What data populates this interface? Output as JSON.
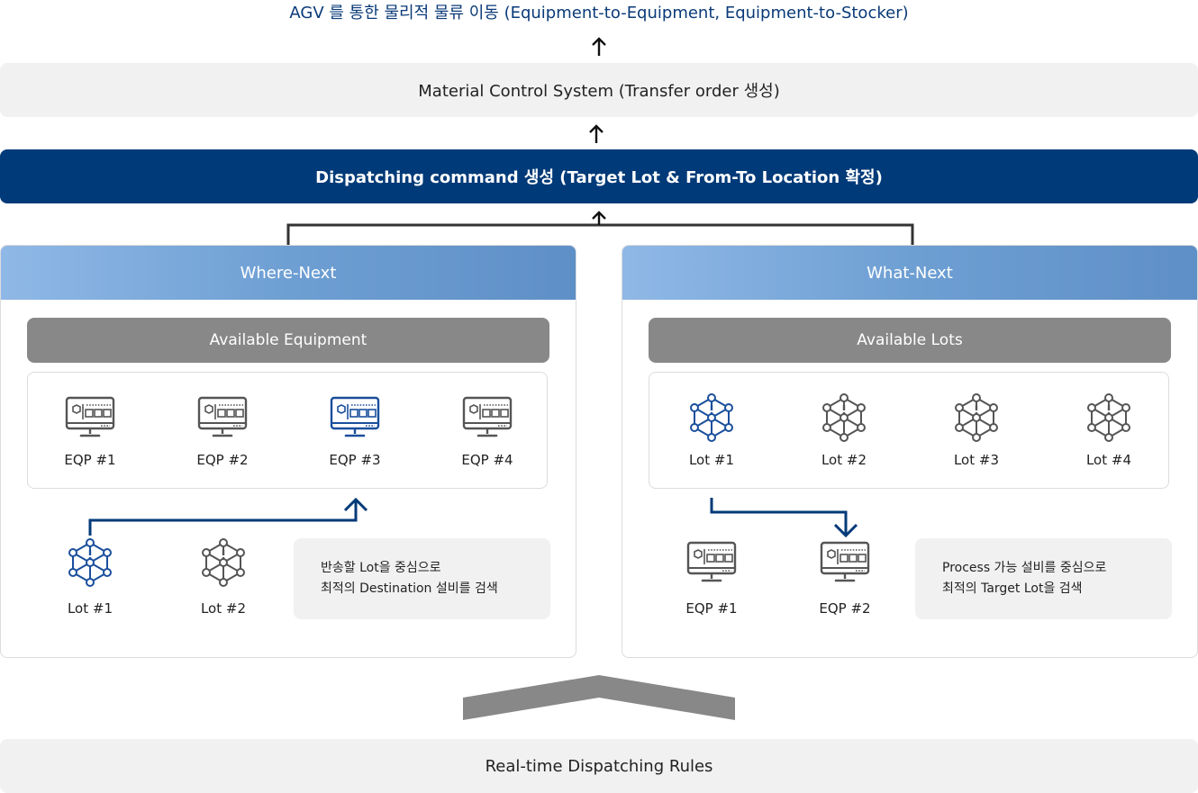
{
  "top_title": "AGV 를 통한 물리적 물류 이동 (Equipment-to-Equipment, Equipment-to-Stocker)",
  "mcs_bar": "Material Control System (Transfer order 생성)",
  "dispatch_bar": "Dispatching command 생성 (Target Lot & From-To Location 확정)",
  "where_next": {
    "title": "Where-Next",
    "pill": "Available Equipment",
    "equipment": [
      "EQP #1",
      "EQP #2",
      "EQP #3",
      "EQP #4"
    ],
    "lots": [
      "Lot #1",
      "Lot #2"
    ],
    "note": [
      "반송할 Lot을 중심으로",
      "최적의 Destination 설비를 검색"
    ]
  },
  "what_next": {
    "title": "What-Next",
    "pill": "Available Lots",
    "lots": [
      "Lot #1",
      "Lot #2",
      "Lot #3",
      "Lot #4"
    ],
    "equipment": [
      "EQP #1",
      "EQP #2"
    ],
    "note": [
      "Process 가능 설비를 중심으로",
      "최적의 Target Lot을 검색"
    ]
  },
  "bottom_bar": "Real-time Dispatching Rules",
  "colors": {
    "navy": "#003a78",
    "highlight_icon": "#1a4f9c",
    "gray_icon": "#555555",
    "light_bar": "#f1f1f1",
    "pill_gray": "#888888"
  }
}
